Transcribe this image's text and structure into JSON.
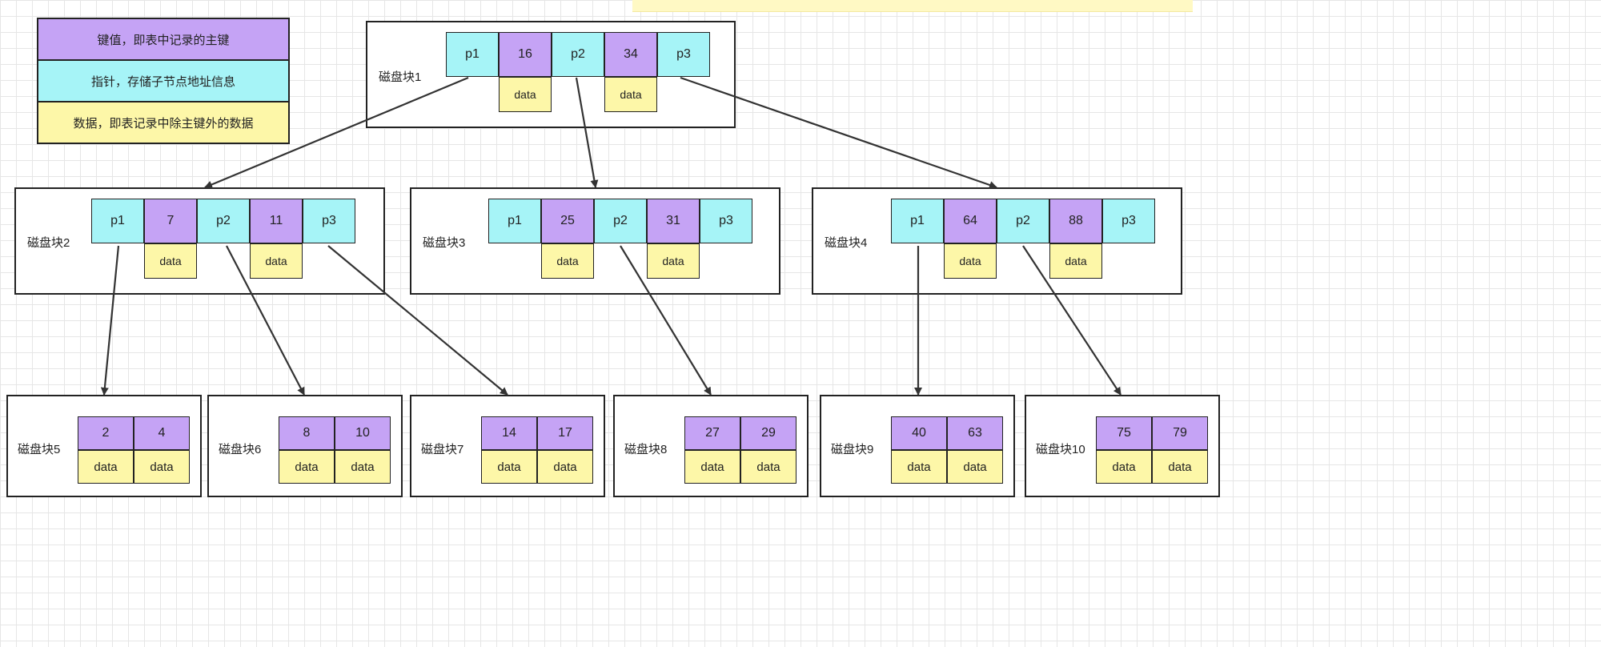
{
  "colors": {
    "key": "#c5a3f5",
    "pointer": "#a6f4f7",
    "data": "#fdf7a8",
    "line": "#333333"
  },
  "legend": [
    {
      "text": "键值，即表中记录的主键",
      "kind": "key"
    },
    {
      "text": "指针，存储子节点地址信息",
      "kind": "pointer"
    },
    {
      "text": "数据，即表记录中除主键外的数据",
      "kind": "data"
    }
  ],
  "data_label": "data",
  "root": {
    "label": "磁盘块1",
    "cells": [
      "p1",
      "16",
      "p2",
      "34",
      "p3"
    ]
  },
  "middle": [
    {
      "label": "磁盘块2",
      "cells": [
        "p1",
        "7",
        "p2",
        "11",
        "p3"
      ]
    },
    {
      "label": "磁盘块3",
      "cells": [
        "p1",
        "25",
        "p2",
        "31",
        "p3"
      ]
    },
    {
      "label": "磁盘块4",
      "cells": [
        "p1",
        "64",
        "p2",
        "88",
        "p3"
      ]
    }
  ],
  "leaves": [
    {
      "label": "磁盘块5",
      "keys": [
        "2",
        "4"
      ]
    },
    {
      "label": "磁盘块6",
      "keys": [
        "8",
        "10"
      ]
    },
    {
      "label": "磁盘块7",
      "keys": [
        "14",
        "17"
      ]
    },
    {
      "label": "磁盘块8",
      "keys": [
        "27",
        "29"
      ]
    },
    {
      "label": "磁盘块9",
      "keys": [
        "40",
        "63"
      ]
    },
    {
      "label": "磁盘块10",
      "keys": [
        "75",
        "79"
      ]
    }
  ]
}
